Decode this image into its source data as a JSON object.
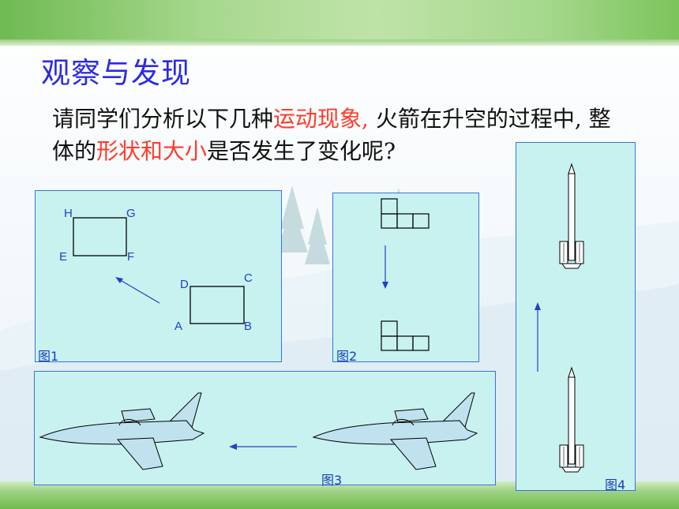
{
  "title": "观察与发现",
  "paragraph": {
    "part1": "请同学们分析以下几种",
    "highlight1": "运动现象,",
    "part2": " 火箭在升空的过程中, 整体的",
    "highlight2": "形状和大小",
    "part3": "是否发生了变化呢?"
  },
  "colors": {
    "highlight": "#ff3b2b",
    "title": "#2b2be0",
    "panel_bg": "#c8f2f0",
    "panel_border": "#3a73d8"
  },
  "figures": {
    "fig1": {
      "caption": "图1",
      "points_before": [
        "A",
        "B",
        "C",
        "D"
      ],
      "points_after": [
        "E",
        "F",
        "G",
        "H"
      ]
    },
    "fig2": {
      "caption": "图2"
    },
    "fig3": {
      "caption": "图3"
    },
    "fig4": {
      "caption": "图4"
    }
  }
}
